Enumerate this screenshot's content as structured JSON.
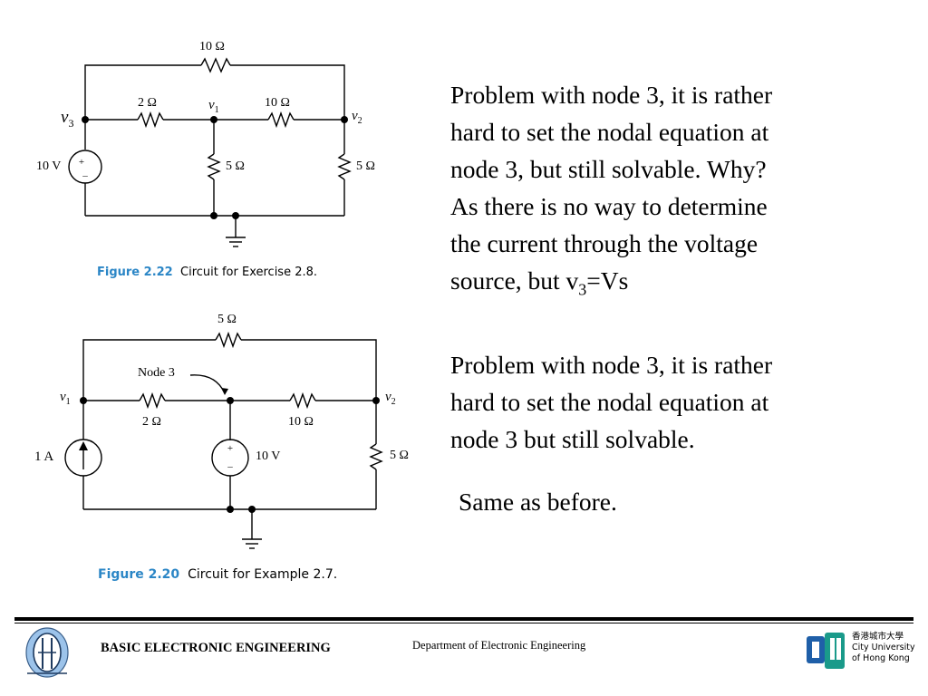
{
  "figure1": {
    "caption_num": "Figure 2.22",
    "caption_text": "Circuit for Exercise 2.8.",
    "r_top": "10 Ω",
    "r_left": "2 Ω",
    "r_mid": "10 Ω",
    "r_v1": "5 Ω",
    "r_v2": "5 Ω",
    "node_v3": "v",
    "node_v3_sub": "3",
    "node_v1": "v",
    "node_v1_sub": "1",
    "node_v2": "v",
    "node_v2_sub": "2",
    "source": "10 V"
  },
  "figure2": {
    "caption_num": "Figure 2.20",
    "caption_text": "Circuit for Example 2.7.",
    "r_top": "5 Ω",
    "r_left": "2 Ω",
    "r_mid": "10 Ω",
    "r_right": "5 Ω",
    "node3_label": "Node 3",
    "node_v1": "v",
    "node_v1_sub": "1",
    "node_v2": "v",
    "node_v2_sub": "2",
    "current_source": "1 A",
    "voltage_source": "10 V"
  },
  "text": {
    "p1_lines": [
      "Problem with node 3, it is rather",
      "hard to set the nodal equation at",
      "node 3, but still solvable. Why?",
      "As there is no way to determine",
      "the current through the voltage"
    ],
    "p1_last_prefix": "source, but v",
    "p1_last_sub": "3",
    "p1_last_suffix": "=Vs",
    "p2_lines": [
      "Problem with node 3, it is rather",
      "hard to set the nodal equation at",
      "node 3 but still solvable."
    ],
    "p3": "Same as before."
  },
  "footer": {
    "course": "BASIC ELECTRONIC ENGINEERING",
    "department": "Department of Electronic Engineering",
    "uni_chinese": "香港城市大學",
    "uni_line1": "City University",
    "uni_line2": "of Hong Kong"
  },
  "colors": {
    "caption_blue": "#2b86c6",
    "logo_teal": "#1a9a8a",
    "logo_blue": "#1f5fa8",
    "emblem_blue": "#9cc3ea"
  }
}
